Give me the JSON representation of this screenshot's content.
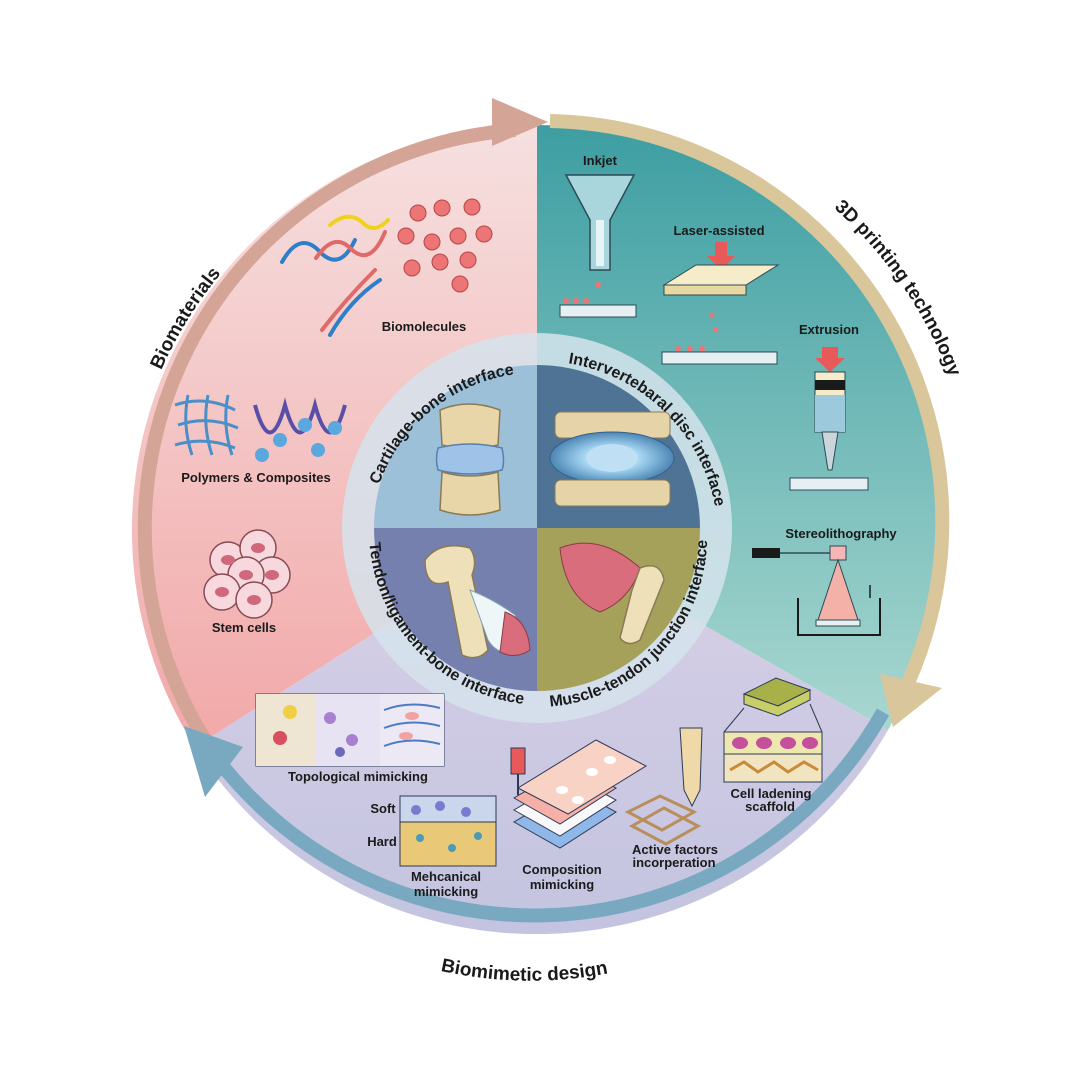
{
  "outer_labels": {
    "biomaterials": "Biomaterials",
    "printing": "3D printing technology",
    "design": "Biomimetic design"
  },
  "inner_labels": {
    "cartilage_bone": "Cartilage-bone interface",
    "ivd": "Intervertebaral disc interface",
    "tendon_bone": "Tendon/ligament-bone interface",
    "muscle_tendon": "Muscle-tendon junction interface"
  },
  "biomaterials": {
    "biomolecules": "Biomolecules",
    "polymers": "Polymers & Composites",
    "stem_cells": "Stem cells"
  },
  "printing": {
    "inkjet": "Inkjet",
    "laser": "Laser-assisted",
    "extrusion": "Extrusion",
    "stereo": "Stereolithography"
  },
  "design": {
    "topological": "Topological mimicking",
    "soft": "Soft",
    "hard": "Hard",
    "mechanical_1": "Mehcanical",
    "mechanical_2": "mimicking",
    "composition_1": "Composition",
    "composition_2": "mimicking",
    "active_1": "Active factors",
    "active_2": "incorperation",
    "cell_1": "Cell ladening",
    "cell_2": "scaffold"
  },
  "colors": {
    "biomaterials_sector": "#f3c4c3",
    "printing_sector": "#6cb7b5",
    "design_sector": "#cfc7e2",
    "ring_biomaterials": "#d4a596",
    "ring_printing": "#d9c79b",
    "ring_design": "#79a9c0",
    "quadrant_cartilage": "#9dc0d9",
    "quadrant_ivd": "#4f7395",
    "quadrant_tendon": "#7680ae",
    "quadrant_muscle": "#a5a15a"
  }
}
